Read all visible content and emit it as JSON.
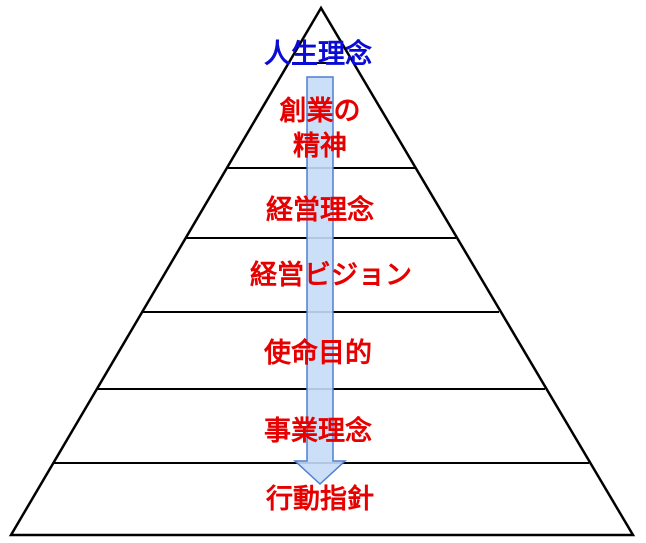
{
  "diagram": {
    "top_label": {
      "text": "人生理念",
      "color": "#0b0bd6"
    },
    "layers": [
      {
        "lines": [
          "創業の",
          "精神"
        ]
      },
      {
        "lines": [
          "経営理念"
        ]
      },
      {
        "lines": [
          "経営ビジョン"
        ]
      },
      {
        "lines": [
          "使命目的"
        ]
      },
      {
        "lines": [
          "事業理念"
        ]
      },
      {
        "lines": [
          "行動指針"
        ]
      }
    ],
    "layer_text_color": "#e60000",
    "arrow_fill": "#c6dbf7",
    "arrow_stroke": "#4f7fd0",
    "line_color": "#000000"
  }
}
